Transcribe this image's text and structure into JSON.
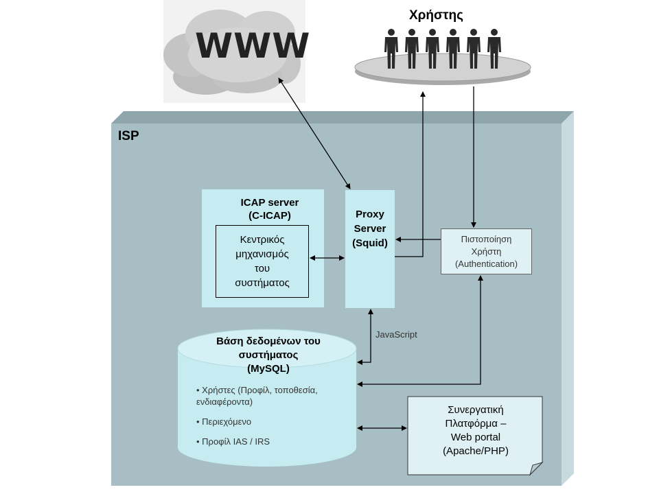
{
  "diagram": {
    "isp_label": "ISP",
    "users_label": "Χρήστης",
    "www_label": "WWW",
    "icap_server": {
      "title_line1": "ICAP server",
      "title_line2": "(C-ICAP)",
      "core_line1": "Κεντρικός",
      "core_line2": "μηχανισμός",
      "core_line3": "του",
      "core_line4": "συστήματος"
    },
    "proxy": {
      "line1": "Proxy",
      "line2": "Server",
      "line3": "(Squid)"
    },
    "auth": {
      "line1": "Πιστοποίηση",
      "line2": "Χρήστη",
      "line3": "(Authentication)"
    },
    "javascript_label": "JavaScript",
    "database": {
      "title_line1": "Βάση δεδομένων του",
      "title_line2": "συστήματος",
      "title_line3": "(MySQL)",
      "items": [
        "• Χρήστες (Προφίλ, τοποθεσία, ενδιαφέροντα)",
        "• Περιεχόμενο",
        "• Προφίλ IAS / IRS"
      ]
    },
    "platform": {
      "line1": "Συνεργατική",
      "line2": "Πλατφόρμα –",
      "line3": "Web portal",
      "line4": "(Apache/PHP)"
    },
    "colors": {
      "isp_front": "#a7bfc4",
      "isp_top": "#8ea6ab",
      "isp_side": "#c8dadd",
      "component_fill": "#c6ecf1",
      "cloud": "#cfcfcf",
      "platform_fill": "#dff1f4"
    }
  }
}
